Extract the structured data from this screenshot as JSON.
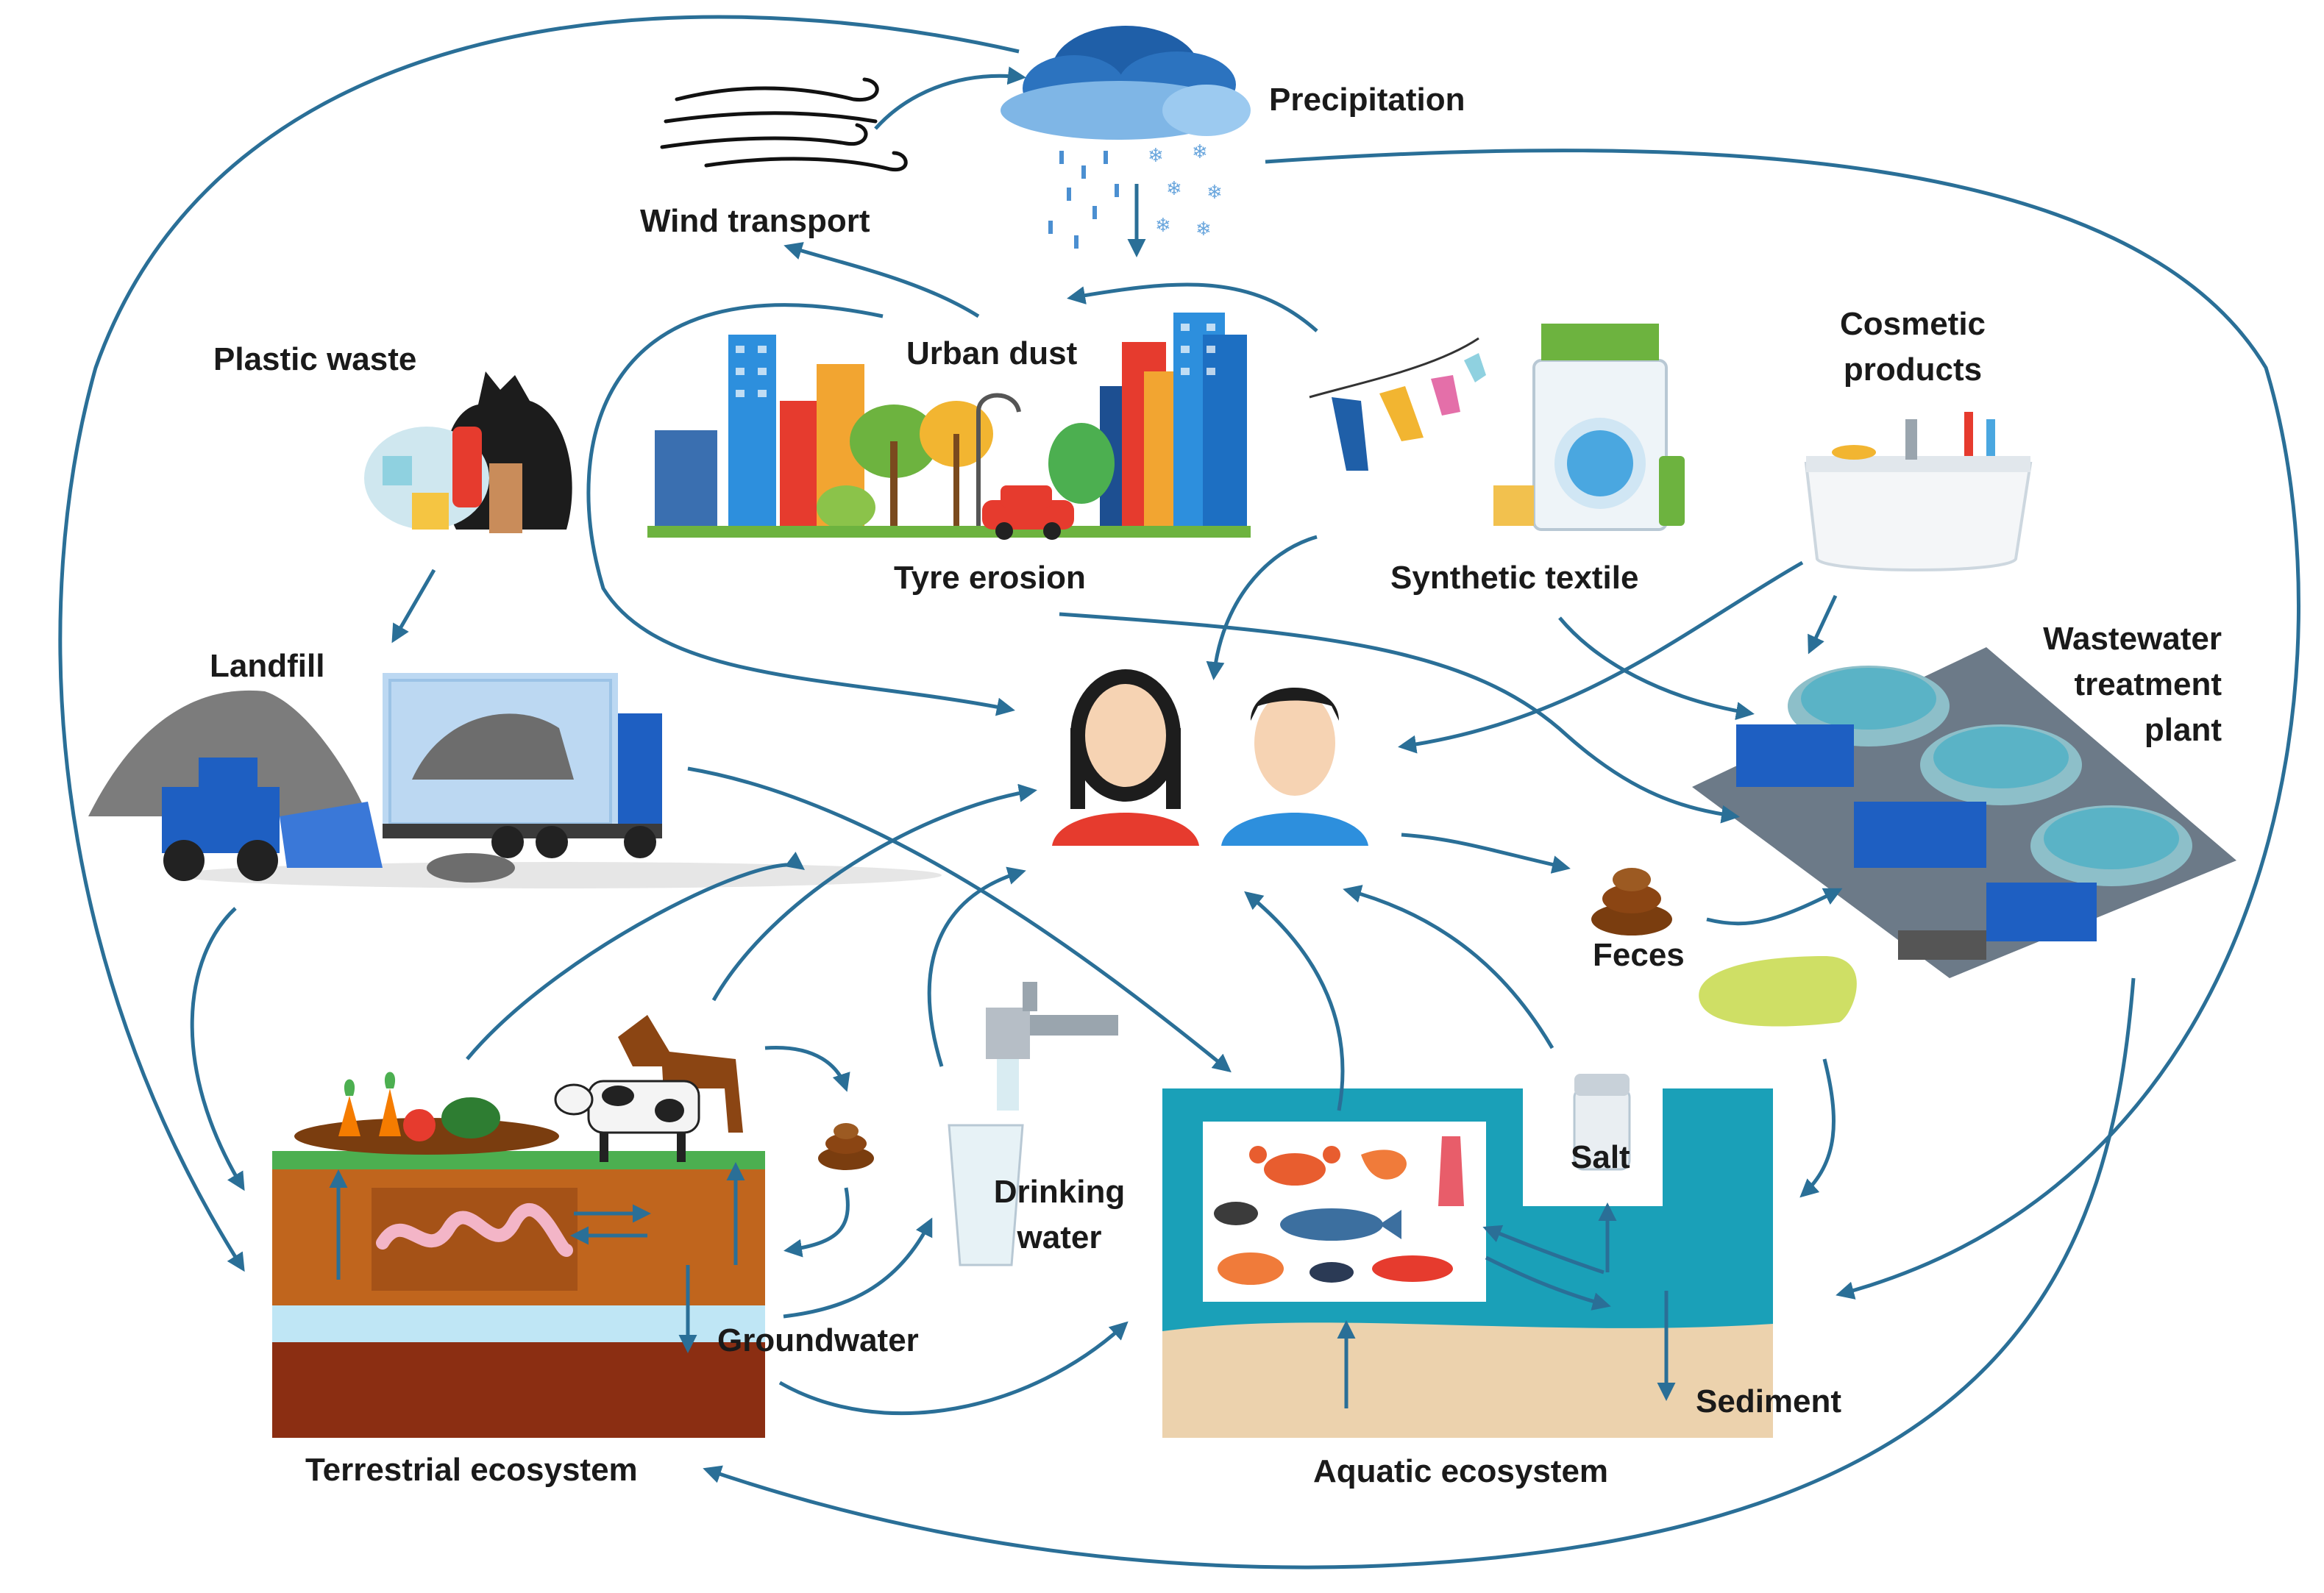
{
  "labels": {
    "precipitation": "Precipitation",
    "wind_transport": "Wind transport",
    "plastic_waste": "Plastic waste",
    "urban_dust": "Urban dust",
    "tyre_erosion": "Tyre erosion",
    "cosmetic_products_line1": "Cosmetic",
    "cosmetic_products_line2": "products",
    "synthetic_textile": "Synthetic textile",
    "landfill": "Landfill",
    "wastewater_line1": "Wastewater",
    "wastewater_line2": "treatment",
    "wastewater_line3": "plant",
    "feces": "Feces",
    "drinking_water_line1": "Drinking",
    "drinking_water_line2": "water",
    "salt": "Salt",
    "groundwater": "Groundwater",
    "sediment": "Sediment",
    "terrestrial_ecosystem": "Terrestrial ecosystem",
    "aquatic_ecosystem": "Aquatic ecosystem"
  },
  "colors": {
    "arrow": "#2a6f97",
    "water": "#1aa0b8",
    "sand": "#ecd2ad",
    "soil": "#c0651d",
    "grass": "#4caf50",
    "feces": "#8b4513",
    "sky_cloud": "#3a7bc8"
  },
  "icons": [
    "cloud-icon",
    "wind-icon",
    "city-icon",
    "car-icon",
    "garbage-bag-icon",
    "landfill-icon",
    "truck-icon",
    "bulldozer-icon",
    "laundry-icon",
    "washing-machine-icon",
    "sink-icon",
    "treatment-plant-icon",
    "woman-icon",
    "man-icon",
    "feces-icon",
    "faucet-icon",
    "glass-icon",
    "salt-shaker-icon",
    "horse-icon",
    "cow-icon",
    "vegetables-icon",
    "worm-icon",
    "crab-icon",
    "fish-icon",
    "shrimp-icon",
    "squid-icon"
  ]
}
